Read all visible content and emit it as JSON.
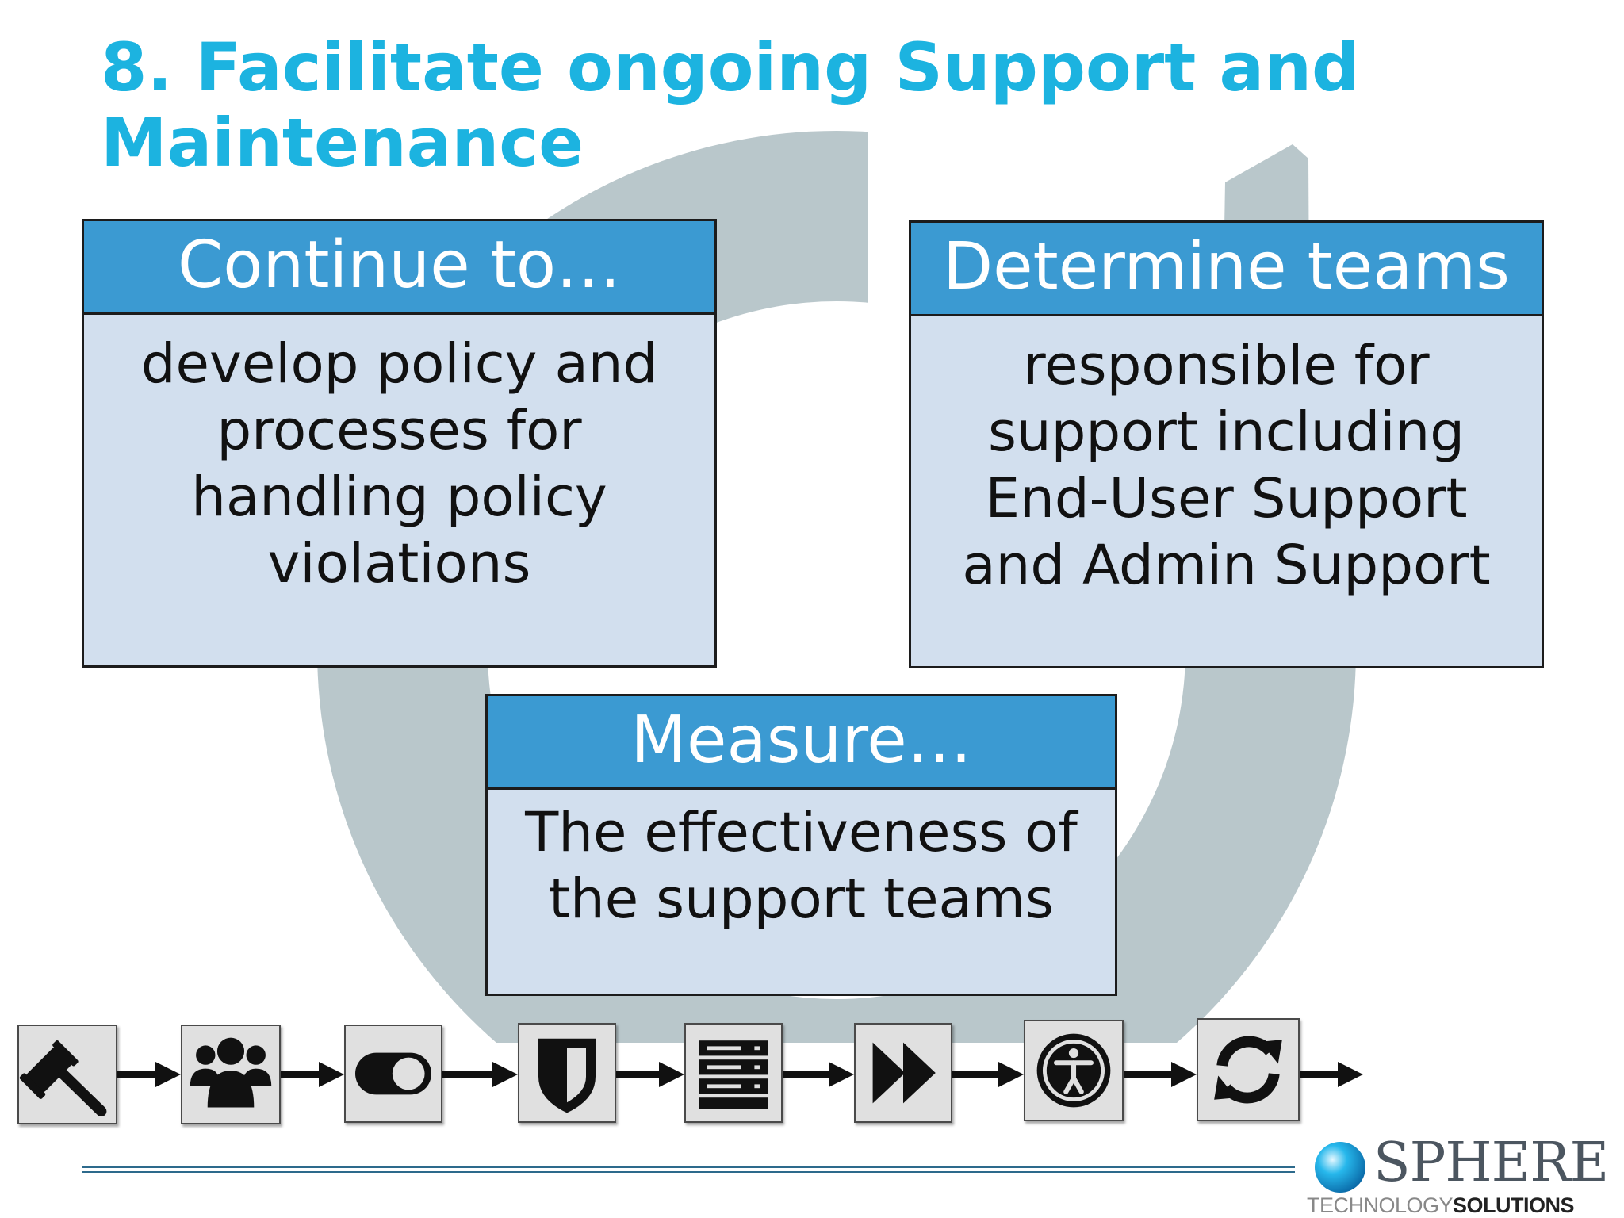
{
  "slide": {
    "title": "8. Facilitate ongoing Support and Maintenance",
    "accent_color": "#1cb3e0",
    "header_color": "#3b9ad2",
    "card_body_color": "#d2dfee"
  },
  "cards": [
    {
      "heading": "Continue to…",
      "body": "develop policy and processes for handling policy violations"
    },
    {
      "heading": "Determine teams",
      "body": "responsible for support including End-User Support and Admin Support"
    },
    {
      "heading": "Measure…",
      "body": "The effectiveness of the support teams"
    }
  ],
  "flow_icons": [
    "gavel-icon",
    "users-icon",
    "toggle-icon",
    "shield-icon",
    "server-icon",
    "fast-forward-icon",
    "accessibility-icon",
    "refresh-icon"
  ],
  "logo": {
    "name": "SPHERE",
    "sub_a": "TECHNOLOGY",
    "sub_b": "SOLUTIONS"
  }
}
